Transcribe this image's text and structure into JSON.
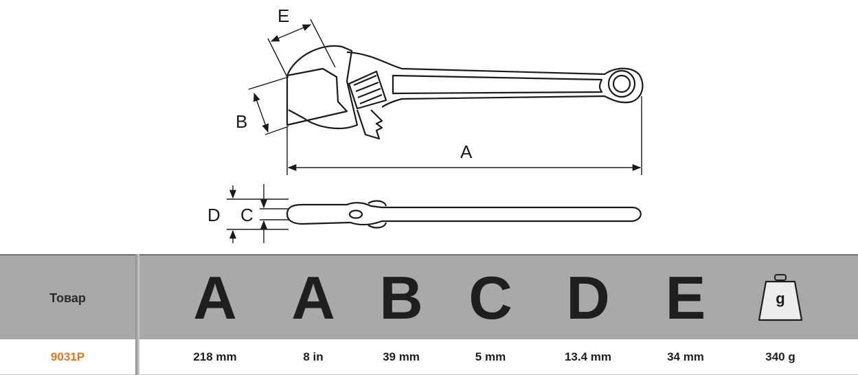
{
  "diagram": {
    "labels": {
      "a": "A",
      "b": "B",
      "c": "C",
      "d": "D",
      "e": "E"
    }
  },
  "table": {
    "product_header": "Товар",
    "column_headers": [
      "A",
      "A",
      "B",
      "C",
      "D",
      "E"
    ],
    "weight_icon": {
      "name": "weight-icon",
      "glyph": "g"
    },
    "product": {
      "sku": "9031P",
      "values": [
        "218 mm",
        "8 in",
        "39 mm",
        "5 mm",
        "13.4 mm",
        "34 mm",
        "340 g"
      ]
    }
  },
  "colors": {
    "header_bg": "#a9a9a9",
    "sku": "#e5731f",
    "text": "#1e1e1e"
  }
}
